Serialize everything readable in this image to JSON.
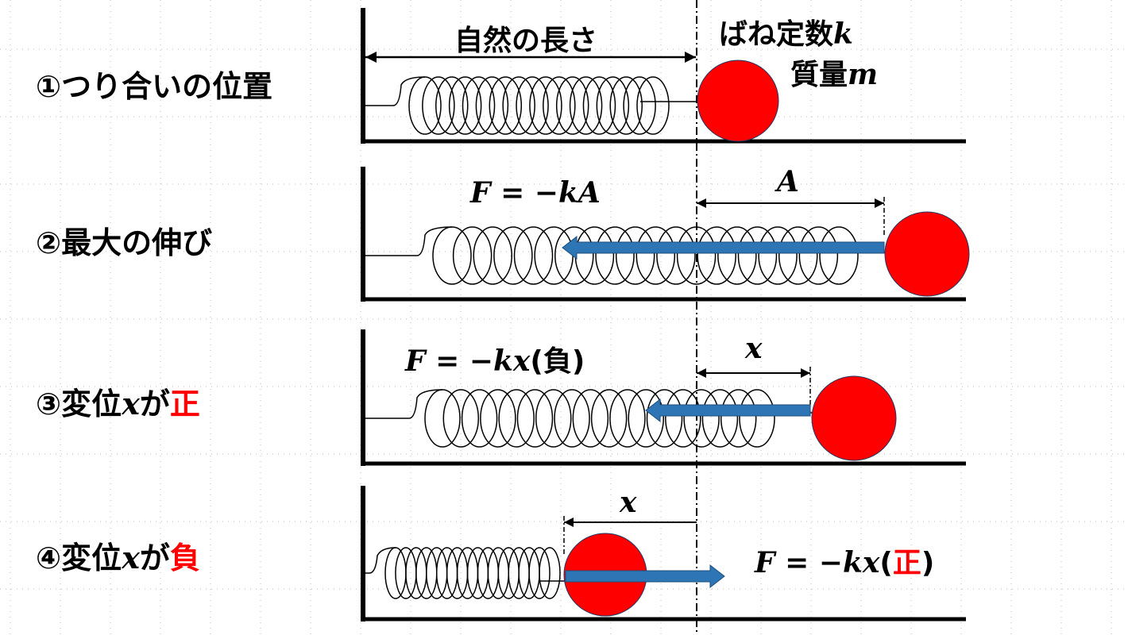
{
  "rows": [
    {
      "label": "①つり合いの位置"
    },
    {
      "label": "②最大の伸び"
    },
    {
      "label_prefix": "③変位",
      "label_var": "x",
      "label_mid": "が",
      "label_suffix": "正"
    },
    {
      "label_prefix": "④変位",
      "label_var": "x",
      "label_mid": "が",
      "label_suffix": "負"
    }
  ],
  "annotations": {
    "natural_length": "自然の長さ",
    "spring_constant": "ばね定数",
    "spring_constant_var": "k",
    "mass": "質量",
    "mass_var": "m",
    "amplitude_var": "A",
    "displacement_var": "x",
    "force_max": "F = −kA",
    "force_pos_disp": "F = −kx",
    "force_pos_disp_sign": "(負)",
    "force_neg_disp": "F = −kx",
    "force_neg_disp_open": "(",
    "force_neg_disp_sign": "正",
    "force_neg_disp_close": ")"
  },
  "colors": {
    "mass": "#ff0000",
    "force_arrow": "#2e75b6",
    "accent_text": "#ff0000"
  }
}
